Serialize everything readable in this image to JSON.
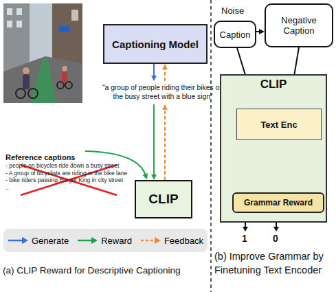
{
  "diagram": {
    "nodes": [
      {
        "text": [
          "Captioning Model"
        ]
      },
      {
        "text": [
          "CLIP"
        ]
      },
      {
        "text": [
          "Caption"
        ]
      },
      {
        "text": [
          "Negative Caption"
        ]
      },
      {
        "text": [
          "CLIP"
        ]
      },
      {
        "text": [
          "Text Enc"
        ],
        "in": 4
      },
      {
        "text": [
          "Grammar Reward"
        ],
        "in": 4
      }
    ],
    "edges": [
      {
        "from": 0,
        "to": 1,
        "arrow": "to"
      },
      {
        "from": 1,
        "to": 0,
        "arrow": "to"
      },
      {
        "from": 2,
        "to": 3,
        "arrow": "to",
        "label": "Noise"
      },
      {
        "from": 2,
        "to": 5,
        "arrow": "to"
      },
      {
        "from": 3,
        "to": 5,
        "arrow": "to"
      },
      {
        "from": 5,
        "to": 6,
        "arrow": "none"
      },
      {
        "from": 5,
        "to": 6,
        "arrow": "none"
      }
    ],
    "labels": [
      "“a group of people riding their bikes on the busy street with a blue sign”",
      "Reference captions",
      "- people on bicycles ride down a busy street",
      "- A group of bicyclists are riding in the bike lane",
      "- bike riders passing Burger King in city street",
      "..",
      "1",
      "0",
      "(a) CLIP Reward for Descriptive Captioning",
      "(b) Improve Grammar by Finetuning Text Encoder"
    ],
    "legend": [
      {
        "text": "Generate"
      },
      {
        "text": "Reward"
      },
      {
        "text": "Feedback"
      }
    ]
  }
}
